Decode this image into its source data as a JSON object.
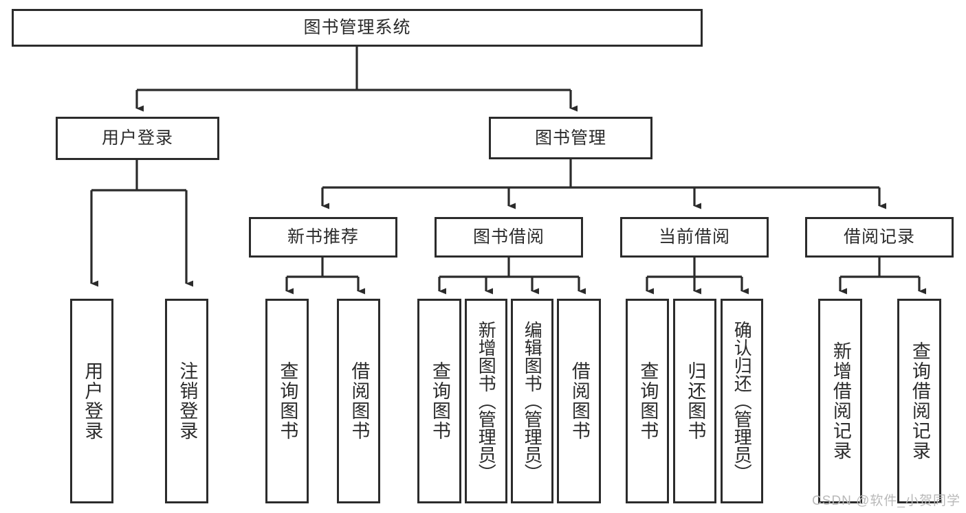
{
  "diagram": {
    "title": "图书管理系统",
    "type": "tree-hierarchy",
    "watermark": "CSDN @软件_小贺同学",
    "colors": {
      "stroke": "#2b2b2b",
      "fill": "#ffffff",
      "text": "#2b2b2b",
      "watermark": "#b9b9b9"
    },
    "levels": {
      "root": {
        "label": "图书管理系统"
      },
      "level2": [
        {
          "label": "用户登录"
        },
        {
          "label": "图书管理"
        }
      ],
      "level3": [
        {
          "label": "新书推荐"
        },
        {
          "label": "图书借阅"
        },
        {
          "label": "当前借阅"
        },
        {
          "label": "借阅记录"
        }
      ],
      "leaves_user_login": [
        {
          "label": "用户登录"
        },
        {
          "label": "注销登录"
        }
      ],
      "leaves_new_book": [
        {
          "label": "查询图书"
        },
        {
          "label": "借阅图书"
        }
      ],
      "leaves_borrow": [
        {
          "label": "查询图书"
        },
        {
          "label": "新增图书（管理员）"
        },
        {
          "label": "编辑图书（管理员）"
        },
        {
          "label": "借阅图书"
        }
      ],
      "leaves_current": [
        {
          "label": "查询图书"
        },
        {
          "label": "归还图书"
        },
        {
          "label": "确认归还（管理员）"
        }
      ],
      "leaves_records": [
        {
          "label": "新增借阅记录"
        },
        {
          "label": "查询借阅记录"
        }
      ]
    }
  }
}
